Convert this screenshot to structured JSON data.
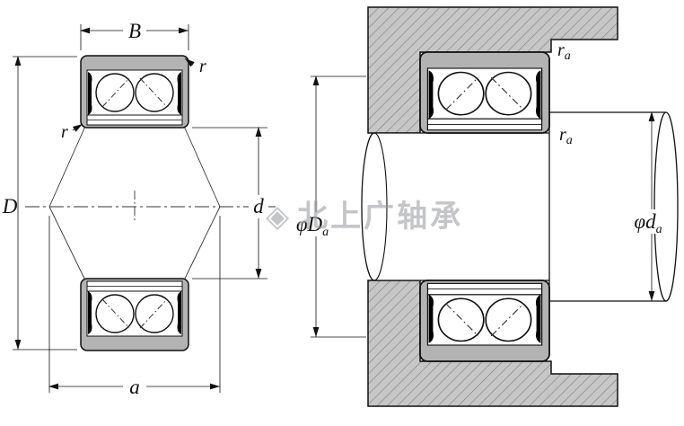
{
  "watermark": {
    "logo": "◈",
    "text": "北上广轴承"
  },
  "left_view": {
    "labels": {
      "B": "B",
      "r_top": "r",
      "r_left": "r",
      "D": "D",
      "d": "d",
      "a": "a"
    }
  },
  "right_view": {
    "labels": {
      "ra_top_main": "r",
      "ra_top_sub": "a",
      "ra_mid_main": "r",
      "ra_mid_sub": "a",
      "Da_phi": "φ",
      "Da_main": "D",
      "Da_sub": "a",
      "da_phi": "φ",
      "da_main": "d",
      "da_sub": "a"
    }
  }
}
